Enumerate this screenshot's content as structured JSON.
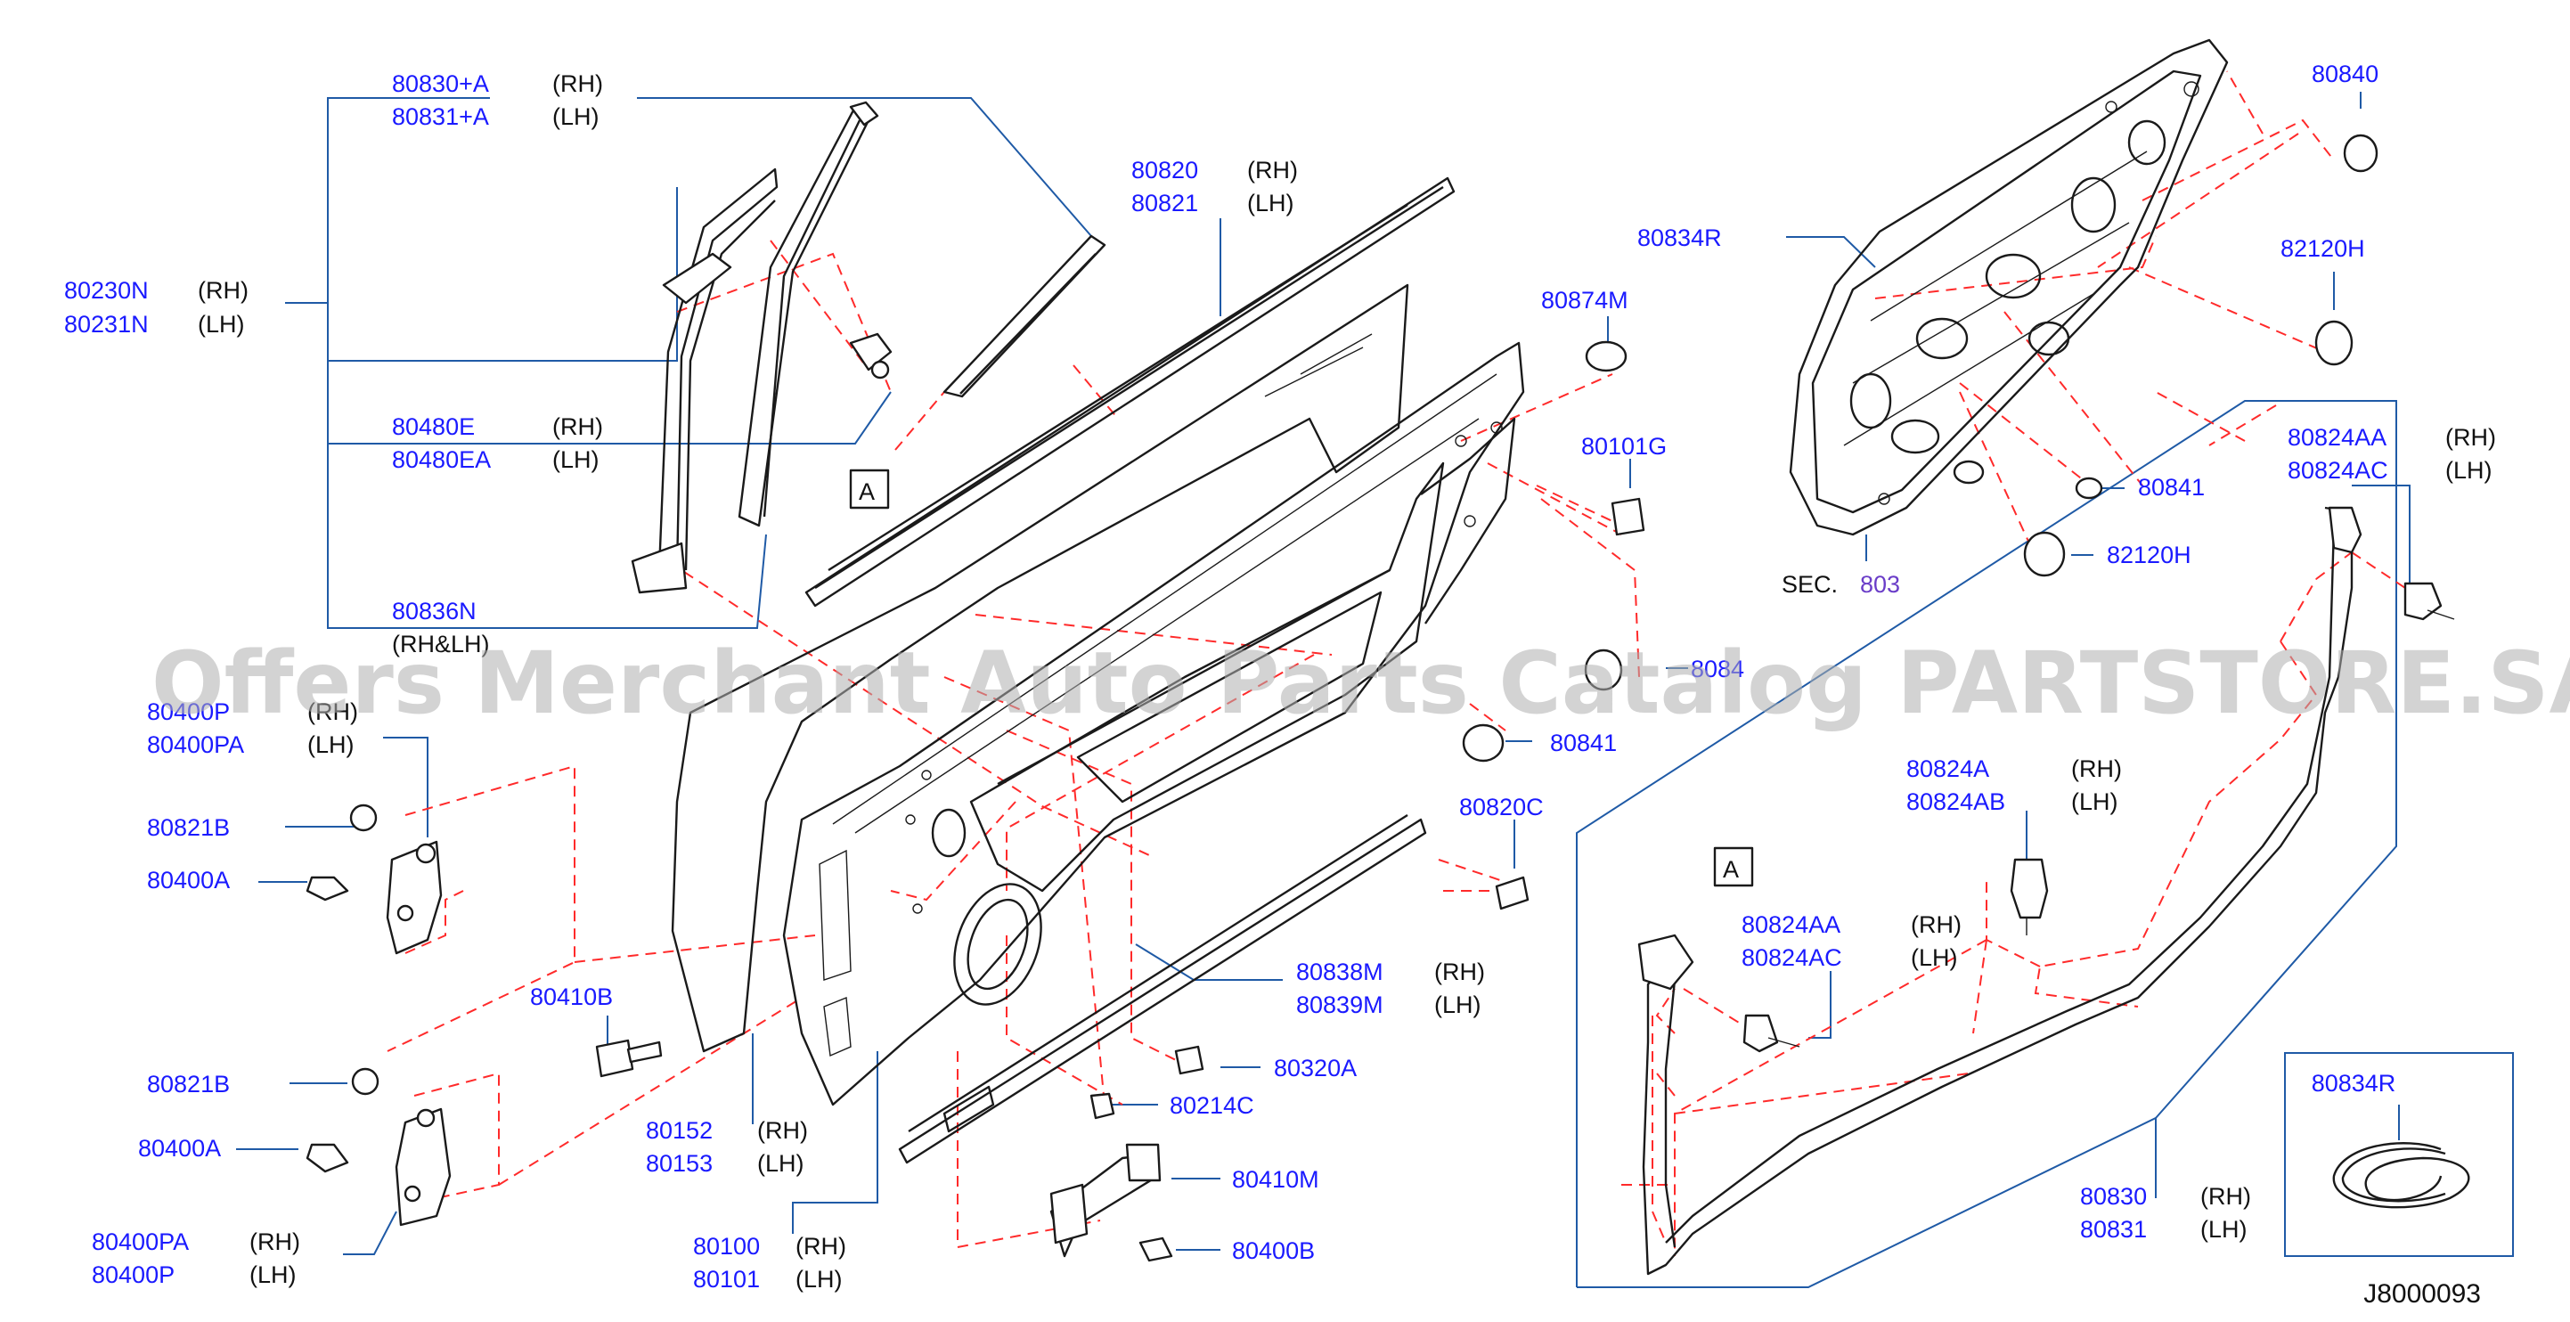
{
  "diagram": {
    "code": "J8000093",
    "watermark": "Offers Merchant Auto Parts Catalog PARTSTORE.SA",
    "section": {
      "prefix": "SEC.",
      "number": "803"
    },
    "callout": "A",
    "inset_label": "80834R",
    "labels": [
      {
        "id": "80830a",
        "part": "80830+A",
        "side": "(RH)"
      },
      {
        "id": "80831a",
        "part": "80831+A",
        "side": "(LH)"
      },
      {
        "id": "80230n",
        "part": "80230N",
        "side": "(RH)"
      },
      {
        "id": "80231n",
        "part": "80231N",
        "side": "(LH)"
      },
      {
        "id": "80480e",
        "part": "80480E",
        "side": "(RH)"
      },
      {
        "id": "80480ea",
        "part": "80480EA",
        "side": "(LH)"
      },
      {
        "id": "80836n",
        "part": "80836N",
        "side": "(RH&LH)"
      },
      {
        "id": "80820",
        "part": "80820",
        "side": "(RH)"
      },
      {
        "id": "80821",
        "part": "80821",
        "side": "(LH)"
      },
      {
        "id": "80874m",
        "part": "80874M",
        "side": ""
      },
      {
        "id": "80101g",
        "part": "80101G",
        "side": ""
      },
      {
        "id": "80834r",
        "part": "80834R",
        "side": ""
      },
      {
        "id": "80840",
        "part": "80840",
        "side": ""
      },
      {
        "id": "82120h-a",
        "part": "82120H",
        "side": ""
      },
      {
        "id": "80841-a",
        "part": "80841",
        "side": ""
      },
      {
        "id": "82120h-b",
        "part": "82120H",
        "side": ""
      },
      {
        "id": "80824aa-a",
        "part": "80824AA",
        "side": "(RH)"
      },
      {
        "id": "80824ac-a",
        "part": "80824AC",
        "side": "(LH)"
      },
      {
        "id": "8084x",
        "part": "8084",
        "side": ""
      },
      {
        "id": "80841-b",
        "part": "80841",
        "side": ""
      },
      {
        "id": "80400f",
        "part": "80400P",
        "side": "(RH)"
      },
      {
        "id": "80400pa-a",
        "part": "80400PA",
        "side": "(LH)"
      },
      {
        "id": "80821b-a",
        "part": "80821B",
        "side": ""
      },
      {
        "id": "80400a-a",
        "part": "80400A",
        "side": ""
      },
      {
        "id": "80820c",
        "part": "80820C",
        "side": ""
      },
      {
        "id": "80824a",
        "part": "80824A",
        "side": "(RH)"
      },
      {
        "id": "80824ab",
        "part": "80824AB",
        "side": "(LH)"
      },
      {
        "id": "80824aa-b",
        "part": "80824AA",
        "side": "(RH)"
      },
      {
        "id": "80824ac-b",
        "part": "80824AC",
        "side": "(LH)"
      },
      {
        "id": "80410b",
        "part": "80410B",
        "side": ""
      },
      {
        "id": "80838m",
        "part": "80838M",
        "side": "(RH)"
      },
      {
        "id": "80839m",
        "part": "80839M",
        "side": "(LH)"
      },
      {
        "id": "80320a",
        "part": "80320A",
        "side": ""
      },
      {
        "id": "80821b-b",
        "part": "80821B",
        "side": ""
      },
      {
        "id": "80214c",
        "part": "80214C",
        "side": ""
      },
      {
        "id": "80152",
        "part": "80152",
        "side": "(RH)"
      },
      {
        "id": "80153",
        "part": "80153",
        "side": "(LH)"
      },
      {
        "id": "80400a-b",
        "part": "80400A",
        "side": ""
      },
      {
        "id": "80410m",
        "part": "80410M",
        "side": ""
      },
      {
        "id": "80830",
        "part": "80830",
        "side": "(RH)"
      },
      {
        "id": "80831",
        "part": "80831",
        "side": "(LH)"
      },
      {
        "id": "80100",
        "part": "80100",
        "side": "(RH)"
      },
      {
        "id": "80101",
        "part": "80101",
        "side": "(LH)"
      },
      {
        "id": "80400b",
        "part": "80400B",
        "side": ""
      },
      {
        "id": "80400pa-b",
        "part": "80400PA",
        "side": "(RH)"
      },
      {
        "id": "80400p",
        "part": "80400P",
        "side": "(LH)"
      }
    ]
  }
}
